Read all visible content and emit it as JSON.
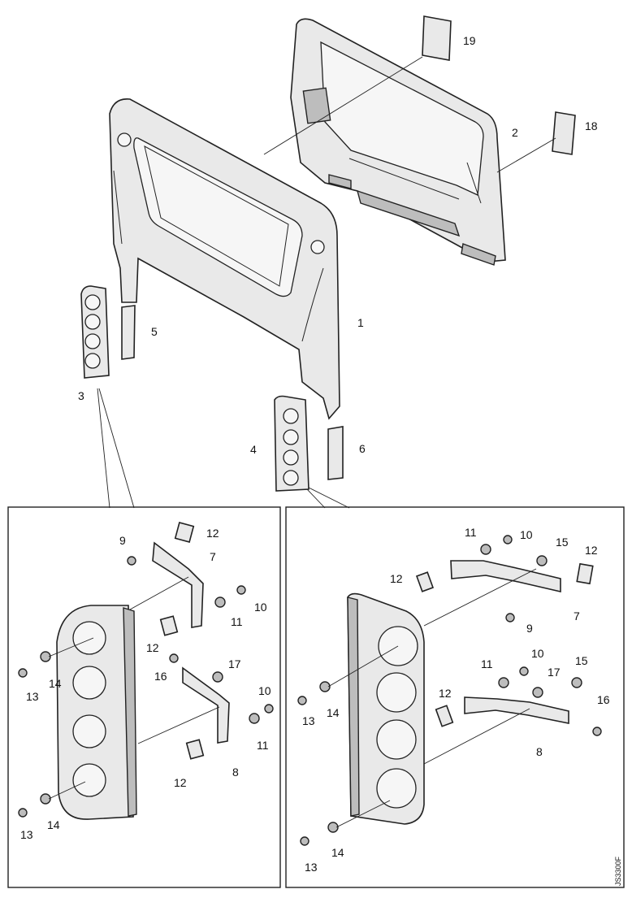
{
  "diagram": {
    "reference_code": "JS3300F",
    "parts": [
      {
        "id": "p1",
        "label": "1"
      },
      {
        "id": "p2",
        "label": "2"
      },
      {
        "id": "p3",
        "label": "3"
      },
      {
        "id": "p4",
        "label": "4"
      },
      {
        "id": "p5",
        "label": "5"
      },
      {
        "id": "p6",
        "label": "6"
      },
      {
        "id": "p18",
        "label": "18"
      },
      {
        "id": "p19",
        "label": "19"
      }
    ],
    "left_detail": {
      "labels": [
        "9",
        "12",
        "7",
        "10",
        "11",
        "12",
        "16",
        "17",
        "13",
        "14",
        "10",
        "11",
        "12",
        "8",
        "13",
        "14"
      ]
    },
    "right_detail": {
      "labels": [
        "11",
        "10",
        "15",
        "12",
        "12",
        "7",
        "9",
        "10",
        "11",
        "17",
        "15",
        "12",
        "16",
        "13",
        "14",
        "8",
        "13",
        "14"
      ]
    }
  }
}
